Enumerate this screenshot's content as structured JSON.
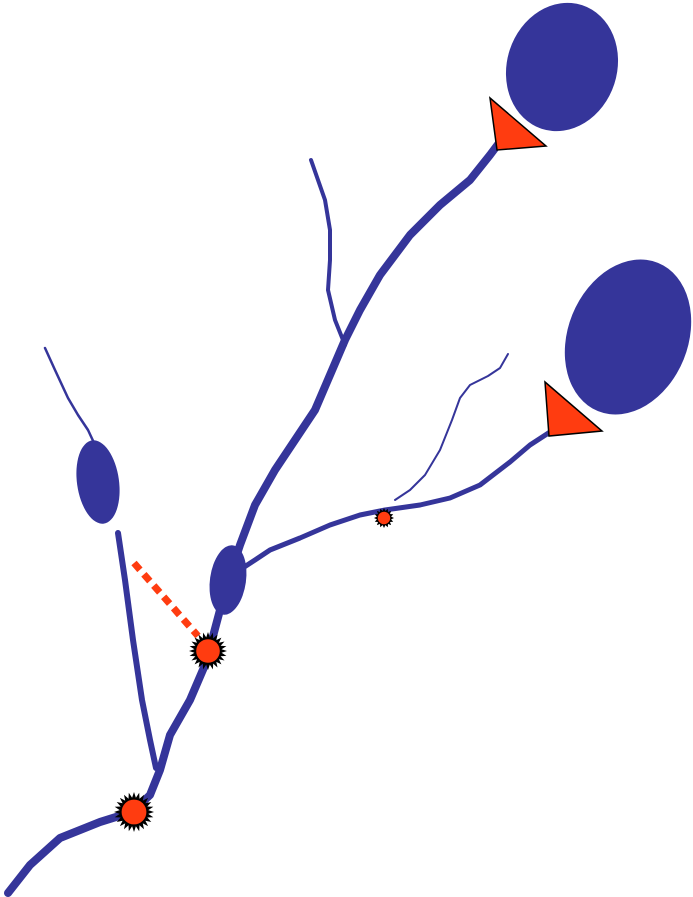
{
  "colors": {
    "background": "#ffffff",
    "neuron_fill": "#35359a",
    "synapse_fill": "#ff3c10",
    "synapse_outline": "#000000",
    "dashed_connection": "#ff3c10"
  },
  "elements": {
    "somata": [
      "soma-top-right",
      "soma-mid-right",
      "soma-left",
      "soma-small-center"
    ],
    "axon_terminals": [
      "terminal-top",
      "terminal-mid"
    ],
    "synapses": [
      "synapse-center",
      "synapse-right-small",
      "synapse-bottom"
    ],
    "connections": [
      "dashed-connection"
    ]
  }
}
